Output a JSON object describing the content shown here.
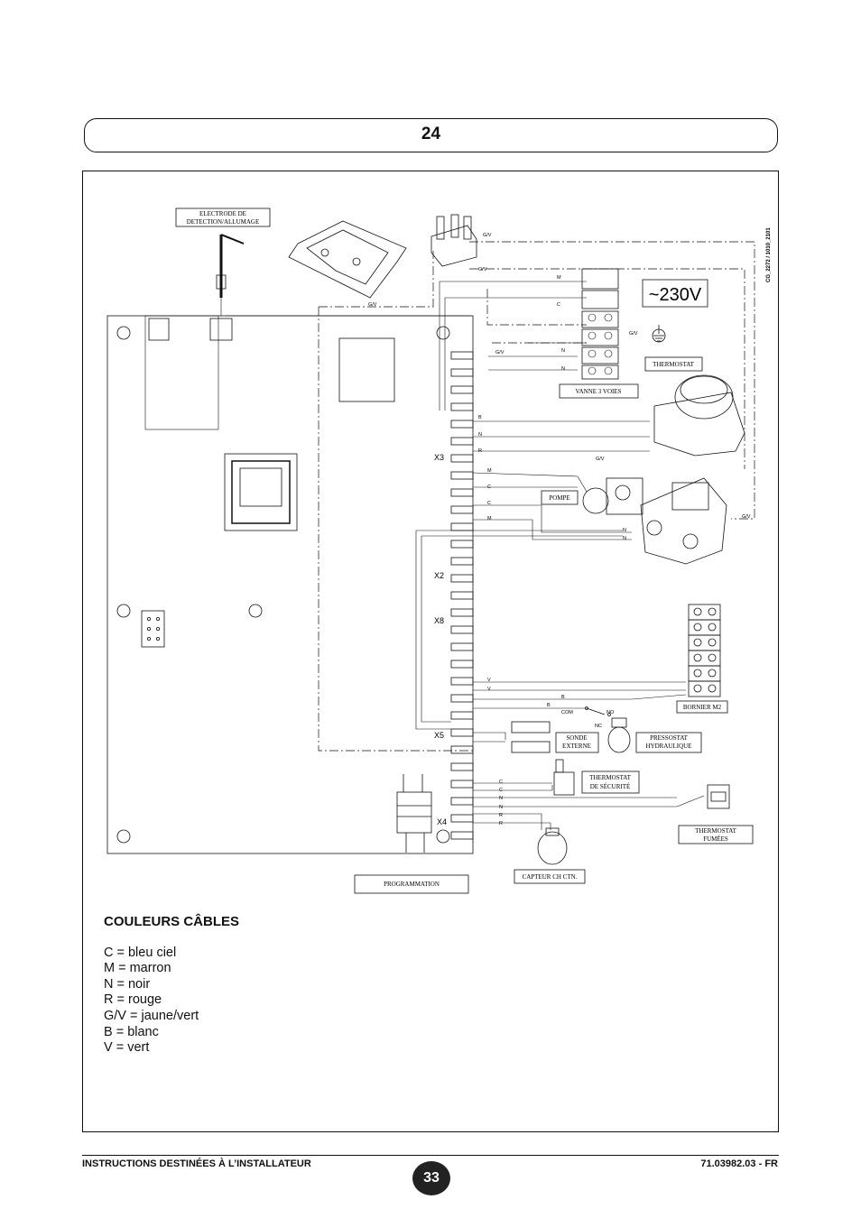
{
  "header": {
    "number": "24"
  },
  "diagram": {
    "labels": {
      "electrode_l1": "ELECTRODE DE",
      "electrode_l2": "DETECTION/ALLUMAGE",
      "thermostat": "THERMOSTAT",
      "vanne": "VANNE 3 VOIES",
      "pompe": "POMPE",
      "bornier": "BORNIER M2",
      "sonde_l1": "SONDE",
      "sonde_l2": "EXTERNE",
      "pressostat_l1": "PRESSOSTAT",
      "pressostat_l2": "HYDRAULIQUE",
      "thermo_secu_l1": "THERMOSTAT",
      "thermo_secu_l2": "DE SÉCURITÉ",
      "thermo_fumees_l1": "THERMOSTAT",
      "thermo_fumees_l2": "FUMÉES",
      "programmation": "PROGRAMMATION",
      "capteur": "CAPTEUR CH CTN.",
      "voltage": "~230V",
      "ref_code": "CG_2272 / 1010_2101"
    },
    "connectors": {
      "x3": "X3",
      "x2": "X2",
      "x8": "X8",
      "x5": "X5",
      "x4": "X4"
    },
    "switch": {
      "com": "COM",
      "no": "NO",
      "nc": "NC"
    },
    "wire_codes": {
      "gv": "G/V",
      "m": "M",
      "c": "C",
      "n": "N",
      "b": "B",
      "r": "R",
      "v": "V"
    }
  },
  "legend": {
    "title": "COULEURS CÂBLES",
    "items": [
      "C  = bleu ciel",
      "M = marron",
      "N = noir",
      "R = rouge",
      "G/V = jaune/vert",
      "B = blanc",
      "V = vert"
    ]
  },
  "footer": {
    "left": "INSTRUCTIONS DESTINÉES À L’INSTALLATEUR",
    "page": "33",
    "right": "71.03982.03 - FR"
  }
}
